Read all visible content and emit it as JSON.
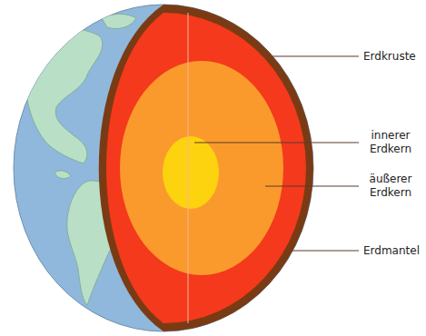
{
  "diagram": {
    "labels": [
      "Erdkruste",
      "innerer Erdkern",
      "äußerer Erdkern",
      "Erdmantel"
    ]
  }
}
